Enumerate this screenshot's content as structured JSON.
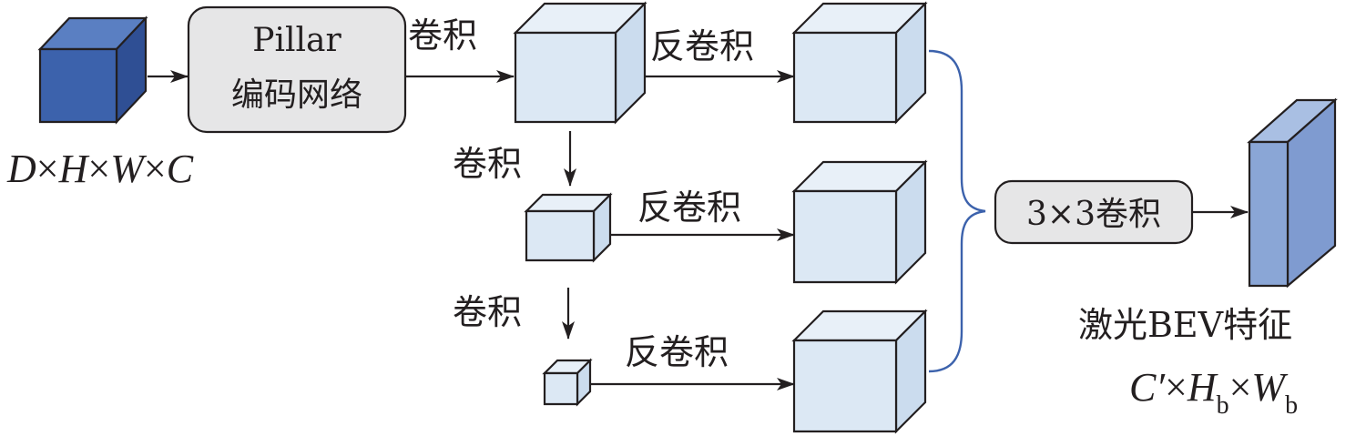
{
  "input": {
    "dims": {
      "d": "D",
      "h": "H",
      "w": "W",
      "c": "C",
      "times": "×"
    }
  },
  "encoder": {
    "line1": "Pillar",
    "line2": "编码网络"
  },
  "edges": {
    "conv_top": "卷积",
    "conv_mid": "卷积",
    "conv_bottom": "卷积",
    "deconv_top": "反卷积",
    "deconv_mid": "反卷积",
    "deconv_bottom": "反卷积"
  },
  "fusion": {
    "label": "3×3卷积"
  },
  "output": {
    "title": "激光BEV特征",
    "dims": {
      "c": "C′",
      "h": "H",
      "w": "W",
      "sub_h": "b",
      "sub_w": "b",
      "times": "×"
    }
  },
  "colors": {
    "input_cube": "#3c62ac",
    "feature_cube": "#dce8f4",
    "output_cube": "#8aa6d6",
    "box_fill": "#e6e6e7",
    "brace": "#3c62ac",
    "stroke": "#231f20"
  },
  "icons": [
    "arrow-right-icon",
    "arrow-down-icon",
    "brace-icon"
  ]
}
